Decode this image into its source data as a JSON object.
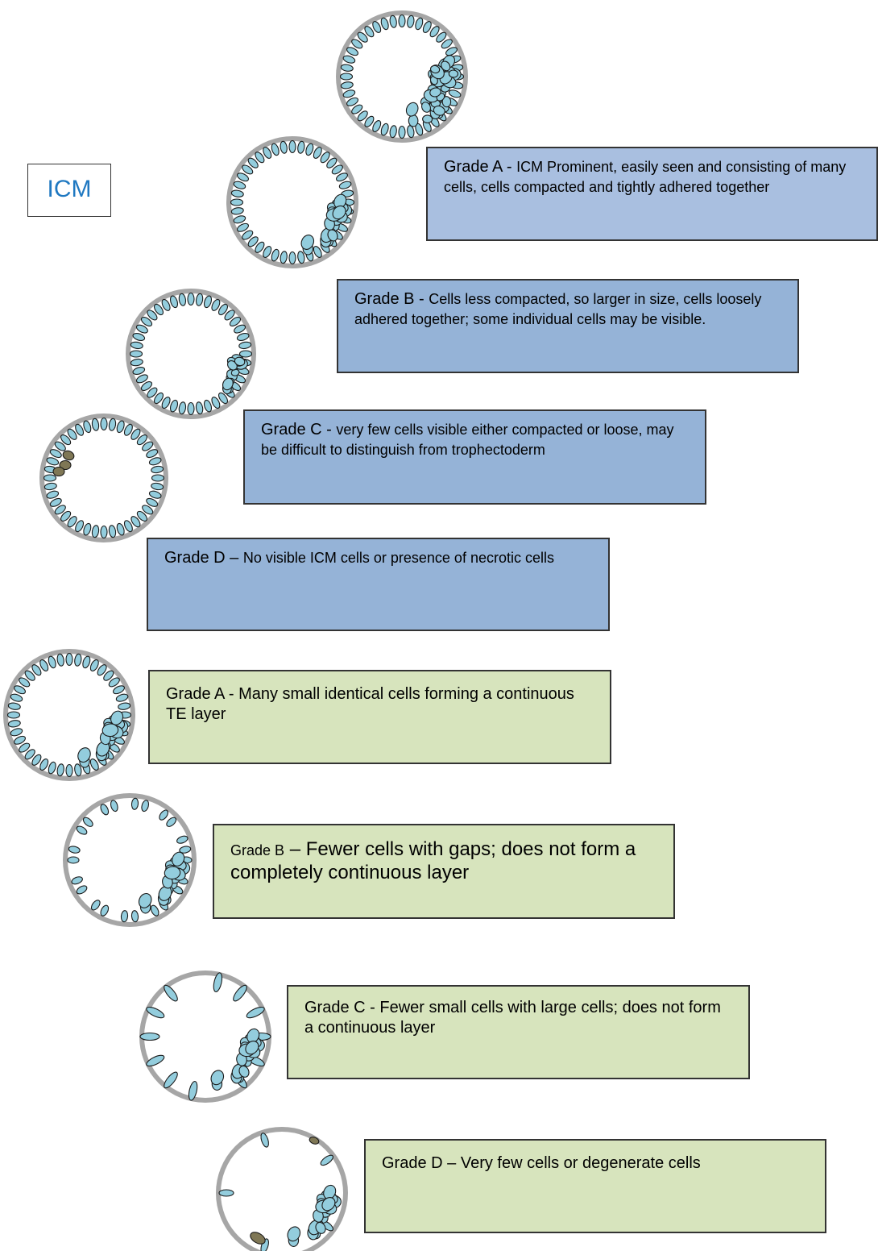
{
  "icm_label": "ICM",
  "colors": {
    "icm_box": "#95b3d7",
    "te_box": "#d7e4bd",
    "cell_fill": "#93cddd",
    "necrotic_fill": "#7f7755",
    "zona": "#a6a6a6",
    "icm_label_text": "#1f78c1"
  },
  "icm_grades": [
    {
      "grade": "Grade A",
      "sep": " - ",
      "text": "ICM Prominent, easily seen and consisting of many cells, cells compacted and tightly adhered together"
    },
    {
      "grade": "Grade B",
      "sep": " - ",
      "text": "Cells less compacted, so larger in size, cells loosely adhered together; some individual cells may be visible."
    },
    {
      "grade": "Grade C",
      "sep": " - ",
      "text": "very few cells visible either compacted or loose, may be difficult to distinguish from trophectoderm"
    },
    {
      "grade": "Grade D",
      "sep": " – ",
      "text": "No visible ICM cells or presence of necrotic cells"
    }
  ],
  "te_grades": [
    {
      "grade": "Grade A",
      "sep": " - ",
      "text": "Many small identical cells forming a continuous TE layer"
    },
    {
      "grade": "Grade B",
      "sep": " – ",
      "text": "Fewer cells with gaps; does not form a completely continuous layer"
    },
    {
      "grade": "Grade C",
      "sep": " - ",
      "text": "Fewer small cells with large cells; does not form a continuous layer"
    },
    {
      "grade": "Grade D",
      "sep": " – ",
      "text": "Very few cells or degenerate cells"
    }
  ]
}
